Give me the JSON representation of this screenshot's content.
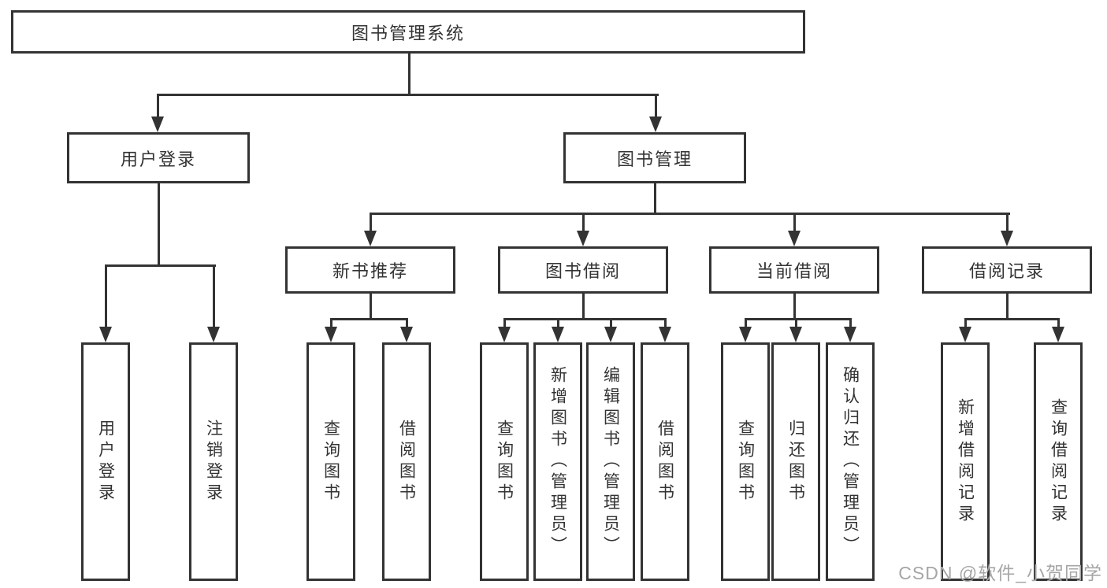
{
  "diagram": {
    "title": "图书管理系统",
    "root": "图书管理系统",
    "user_login": "用户登录",
    "book_mgmt": "图书管理",
    "new_book_rec": "新书推荐",
    "book_borrow": "图书借阅",
    "current_borrow": "当前借阅",
    "borrow_records": "借阅记录",
    "leaf_user_login": "用户登录",
    "leaf_logout": "注销登录",
    "leaf_nbr_query_book": "查询图书",
    "leaf_nbr_borrow_book": "借阅图书",
    "leaf_bb_query_book": "查询图书",
    "leaf_bb_add_book": "新增图书（管理员）",
    "leaf_bb_edit_book": "编辑图书（管理员）",
    "leaf_bb_borrow_book": "借阅图书",
    "leaf_cb_query_book": "查询图书",
    "leaf_cb_return_book": "归还图书",
    "leaf_cb_confirm_return": "确认归还（管理员）",
    "leaf_br_add_record": "新增借阅记录",
    "leaf_br_query_record": "查询借阅记录"
  },
  "watermark": "CSDN @软件_小贺同学",
  "colors": {
    "line": "#333333",
    "text": "#333333",
    "box_fill": "#ffffff",
    "background": "#ffffff",
    "watermark": "#a6a6a6"
  }
}
